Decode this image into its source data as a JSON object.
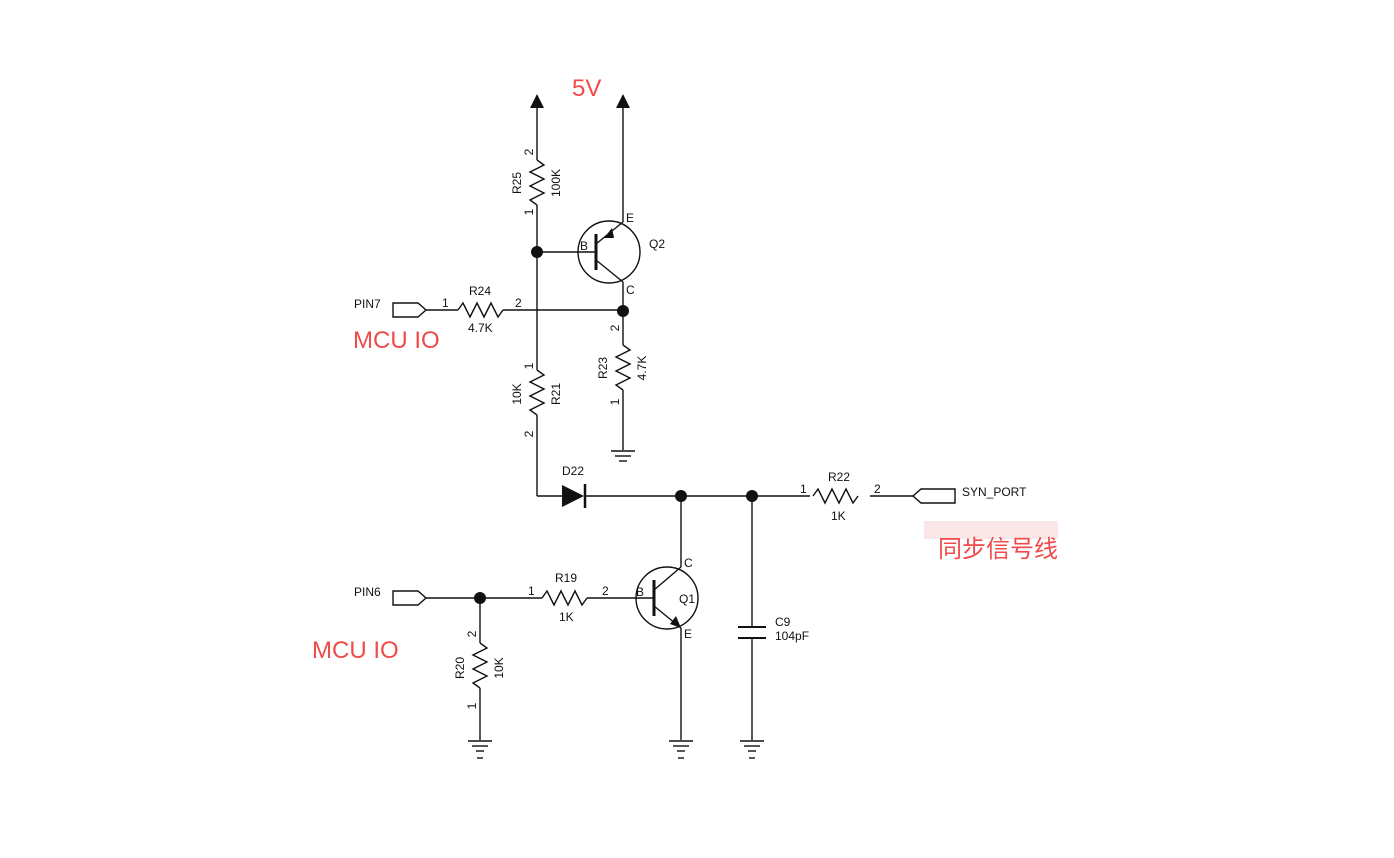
{
  "annotations": {
    "supply": "5V",
    "mcu_io_top": "MCU IO",
    "mcu_io_bottom": "MCU IO",
    "sync_line": "同步信号线"
  },
  "ports": {
    "pin7": "PIN7",
    "pin6": "PIN6",
    "syn_port": "SYN_PORT"
  },
  "components": {
    "r25": {
      "ref": "R25",
      "value": "100K"
    },
    "r24": {
      "ref": "R24",
      "value": "4.7K"
    },
    "r21": {
      "ref": "R21",
      "value": "10K"
    },
    "r23": {
      "ref": "R23",
      "value": "4.7K"
    },
    "r22": {
      "ref": "R22",
      "value": "1K"
    },
    "r19": {
      "ref": "R19",
      "value": "1K"
    },
    "r20": {
      "ref": "R20",
      "value": "10K"
    },
    "c9": {
      "ref": "C9",
      "value": "104pF"
    },
    "d22": {
      "ref": "D22"
    },
    "q1": {
      "ref": "Q1"
    },
    "q2": {
      "ref": "Q2"
    }
  },
  "pins": {
    "one": "1",
    "two": "2"
  },
  "terminals": {
    "b": "B",
    "c": "C",
    "e": "E"
  },
  "colors": {
    "annotation": "#f04a4a",
    "wire": "#111111"
  }
}
